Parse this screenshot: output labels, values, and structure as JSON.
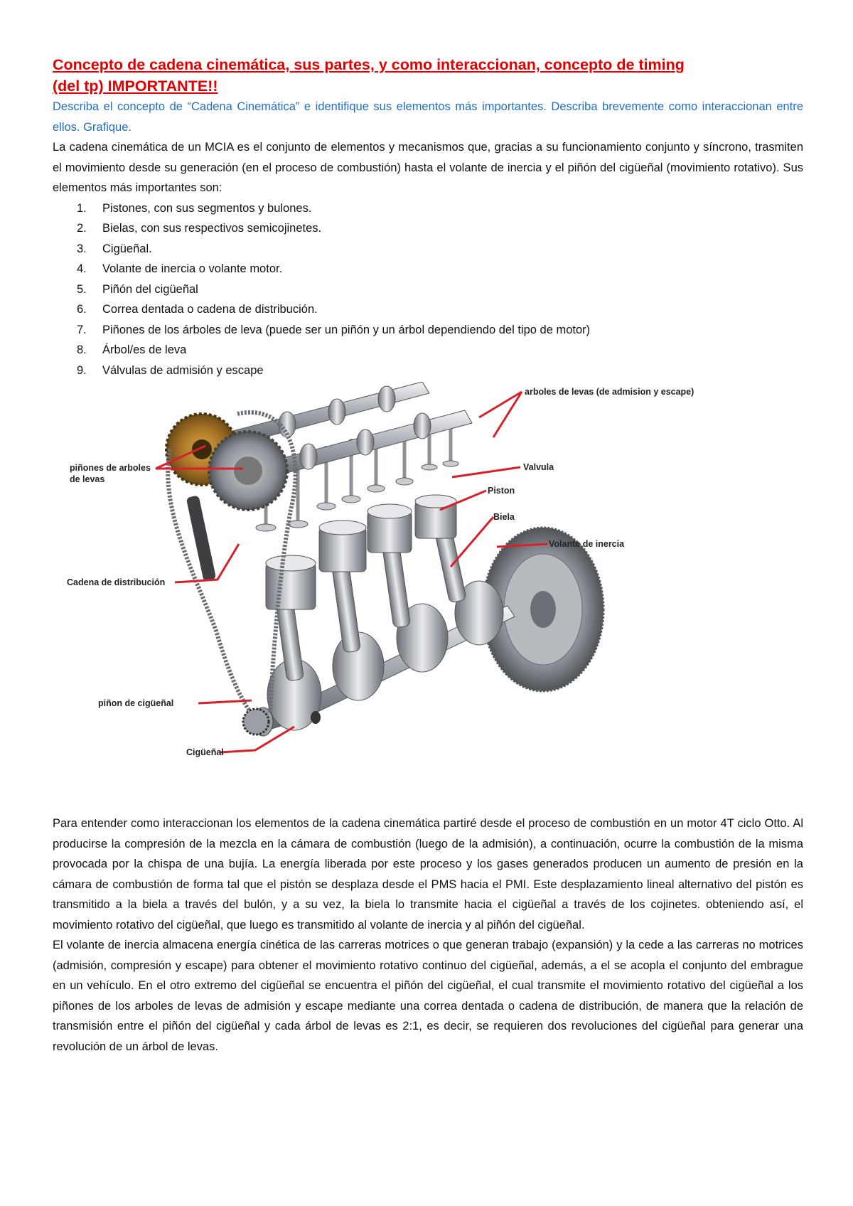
{
  "title_line1": "Concepto de cadena cinemática, sus partes, y como interaccionan, concepto de timing",
  "title_line2": "(del tp) IMPORTANTE!!",
  "prompt": "Describa el concepto de “Cadena Cinemática” e identifique sus elementos más importantes. Describa brevemente como interaccionan entre ellos. Grafique.",
  "intro": "La cadena cinemática de un MCIA es el conjunto de elementos y mecanismos que, gracias a su funcionamiento conjunto y síncrono, trasmiten el movimiento desde su generación (en el proceso de combustión) hasta el volante de inercia y el piñón del cigüeñal (movimiento rotativo). Sus elementos más importantes son:",
  "parts": [
    {
      "num": "1.",
      "text": "Pistones, con sus segmentos y bulones."
    },
    {
      "num": "2.",
      "text": "Bielas, con sus respectivos semicojinetes."
    },
    {
      "num": "3.",
      "text": "Cigüeñal."
    },
    {
      "num": "4.",
      "text": "Volante de inercia o volante motor."
    },
    {
      "num": "5.",
      "text": "Piñón del cigüeñal"
    },
    {
      "num": "6.",
      "text": "Correa dentada o cadena de distribución."
    },
    {
      "num": "7.",
      "text": "Piñones de los árboles de leva (puede ser un piñón y un árbol dependiendo del tipo de motor)"
    },
    {
      "num": "8.",
      "text": "Árbol/es de leva"
    },
    {
      "num": "9.",
      "text": "Válvulas de admisión y escape"
    }
  ],
  "figure_labels": {
    "camshafts": "arboles de levas (de admision y escape)",
    "cam_sprockets_1": "piñones de arboles",
    "cam_sprockets_2": "de levas",
    "valve": "Valvula",
    "piston": "Piston",
    "rod": "Biela",
    "flywheel": "Volante de inercia",
    "timing_chain": "Cadena de distribución",
    "crank_sprocket": "piñon de cigüeñal",
    "crankshaft": "Cigüeñal"
  },
  "colors": {
    "title": "#e00000",
    "prompt": "#1f6fc4",
    "leader_lines": "#d9202a"
  },
  "para1": "Para entender como interaccionan los elementos de la cadena cinemática partiré desde el proceso de combustión en un motor 4T ciclo Otto. Al producirse la compresión de la mezcla en la cámara de combustión (luego de la admisión), a continuación, ocurre la combustión de la misma provocada por la chispa de una bujía. La energía liberada por este proceso y los gases generados producen un aumento de presión en la cámara de combustión de forma tal que el pistón se desplaza desde el PMS hacia el PMI. Este desplazamiento lineal alternativo del pistón es transmitido a la biela a través del bulón, y a su vez, la biela lo transmite hacia el cigüeñal a través de los cojinetes. obteniendo así, el movimiento rotativo del cigüeñal, que luego es transmitido al volante de inercia y al piñón del cigüeñal.",
  "para2": "El volante de inercia almacena energía cinética de las carreras motrices o que generan trabajo (expansión) y la cede a las carreras no motrices (admisión, compresión y escape) para obtener el movimiento rotativo continuo del cigüeñal, además, a el se acopla el conjunto del embrague en un vehículo. En el otro extremo del cigüeñal se encuentra el piñón del cigüeñal, el cual transmite el movimiento rotativo del cigüeñal a los piñones de los arboles de levas de admisión y escape mediante una correa dentada o cadena de distribución, de manera que la relación de transmisión entre el piñón del cigüeñal y cada árbol de levas es 2:1, es decir, se requieren dos revoluciones del cigüeñal para generar una revolución de un árbol de levas."
}
